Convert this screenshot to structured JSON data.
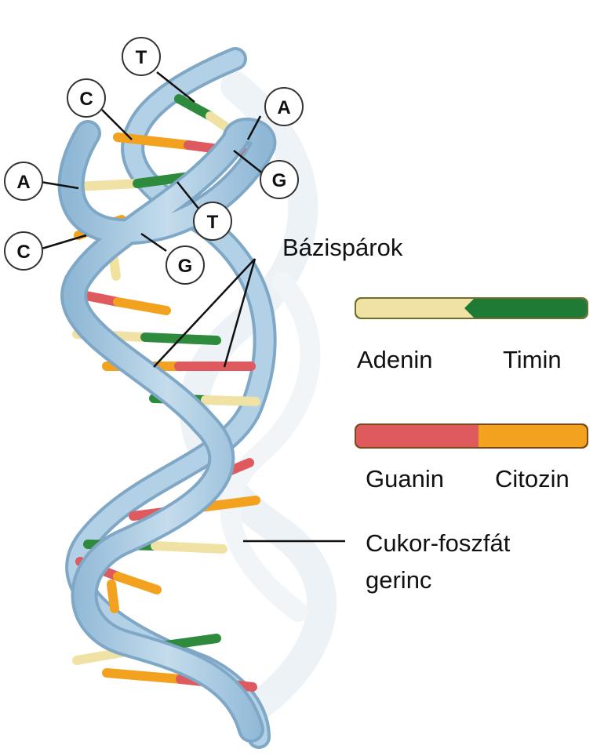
{
  "letters": {
    "t1": "T",
    "c1": "C",
    "a1": "A",
    "g1": "G",
    "a2": "A",
    "t2": "T",
    "c2": "C",
    "g2": "G"
  },
  "labels": {
    "base_pairs": "Bázispárok",
    "backbone_line1": "Cukor-foszfát",
    "backbone_line2": "gerinc"
  },
  "legend": {
    "pair1": {
      "left": "Adenin",
      "right": "Timin"
    },
    "pair2": {
      "left": "Guanin",
      "right": "Citozin"
    }
  },
  "colors": {
    "adenine": "#f0e2a4",
    "thymine": "#2e8b3e",
    "guanine": "#de5a5e",
    "cytosine": "#f2a21e",
    "backbone": "#a9cbe2",
    "backbone_edge": "#6f9bbd",
    "shadow": "#d7e4ee"
  }
}
